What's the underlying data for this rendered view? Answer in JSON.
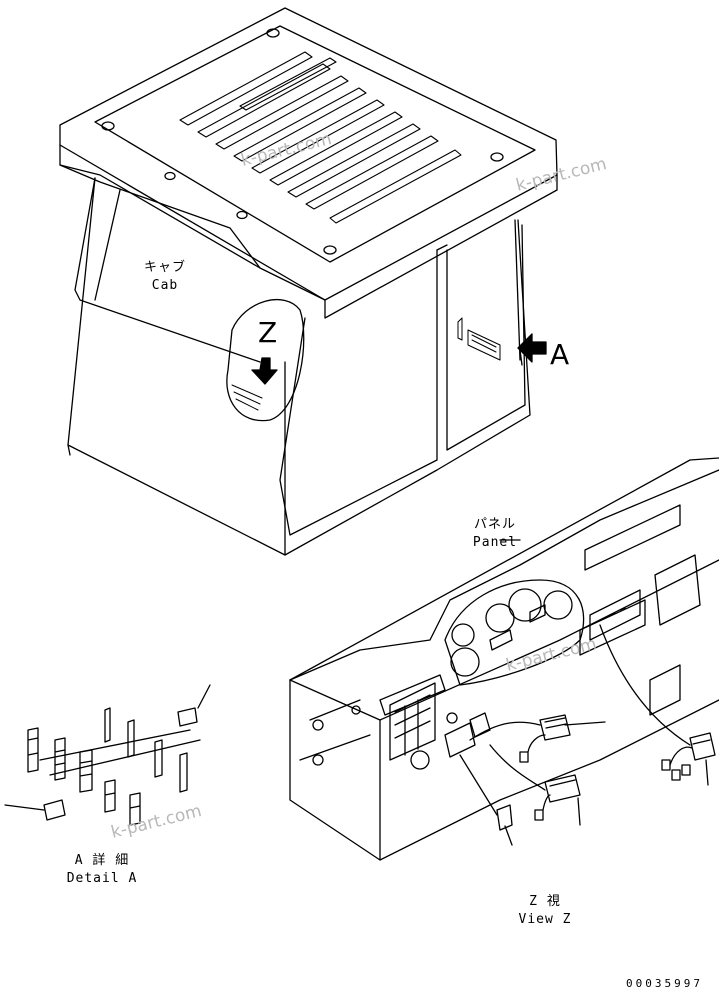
{
  "labels": {
    "cab_jp": "キャブ",
    "cab_en": "Cab",
    "panel_jp": "パネル",
    "panel_en": "Panel",
    "detail_jp": "A 詳 細",
    "detail_en": "Detail A",
    "view_jp": "Z  視",
    "view_en": "View Z",
    "arrow_z": "Z",
    "arrow_a": "A"
  },
  "watermark": "k-part.com",
  "drawing_number": "00035997",
  "icons": [
    "arrow-z-icon",
    "arrow-a-icon",
    "connector-icon"
  ]
}
